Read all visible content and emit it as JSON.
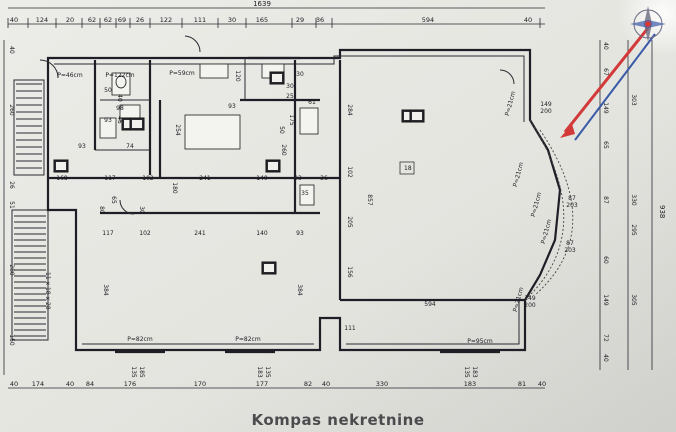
{
  "plan": {
    "top_overall": "1639",
    "top_dims": [
      "40",
      "124",
      "20",
      "62",
      "62",
      "69",
      "26",
      "122",
      "111",
      "30",
      "165",
      "29",
      "36",
      "594",
      "40"
    ],
    "bottom_dims": [
      "40",
      "174",
      "40",
      "84",
      "176",
      "170",
      "177",
      "82",
      "40",
      "330",
      "183",
      "81",
      "40"
    ],
    "right_dims_a": [
      "40",
      "67",
      "149",
      "65",
      "87",
      "60",
      "149",
      "72",
      "40"
    ],
    "right_dims_b": [
      "303",
      "330",
      "295",
      "305"
    ],
    "right_overall": "938",
    "left_dims": [
      "40",
      "260",
      "26",
      "51",
      "280",
      "150"
    ],
    "inner_dims": [
      "168",
      "117",
      "102",
      "241",
      "140",
      "93",
      "35",
      "36",
      "117",
      "102",
      "241",
      "140",
      "93",
      "284",
      "102",
      "205",
      "156",
      "857",
      "384",
      "384",
      "594",
      "111",
      "93",
      "30",
      "61",
      "120",
      "254",
      "180",
      "50",
      "30",
      "25",
      "175",
      "260",
      "93",
      "74",
      "93",
      "65",
      "40",
      "30",
      "98",
      "80",
      "45",
      "50"
    ],
    "windows": [
      "P=46cm",
      "P=122cm",
      "P=59cm",
      "P=82cm",
      "P=82cm",
      "P=95cm",
      "P=21cm",
      "P=21cm",
      "P=21cm",
      "P=21cm",
      "P=21cm"
    ],
    "window_sizes": [
      "149\n200",
      "87\n203",
      "87\n203",
      "149\n200"
    ],
    "sill_labels": [
      "135\n185",
      "183\n135",
      "135\n183"
    ],
    "stair_label": "11 x 18 x 28",
    "room_tags": [
      "18"
    ],
    "watermark": "Kompas nekretnine"
  },
  "colors": {
    "paper": "#e8e8e4",
    "ink": "#1e1e26",
    "arrow_red": "#d23a3a",
    "arrow_blue": "#3a5aa8"
  },
  "icons": {
    "compass": "compass-rose-icon",
    "arrow": "north-arrow-icon"
  }
}
